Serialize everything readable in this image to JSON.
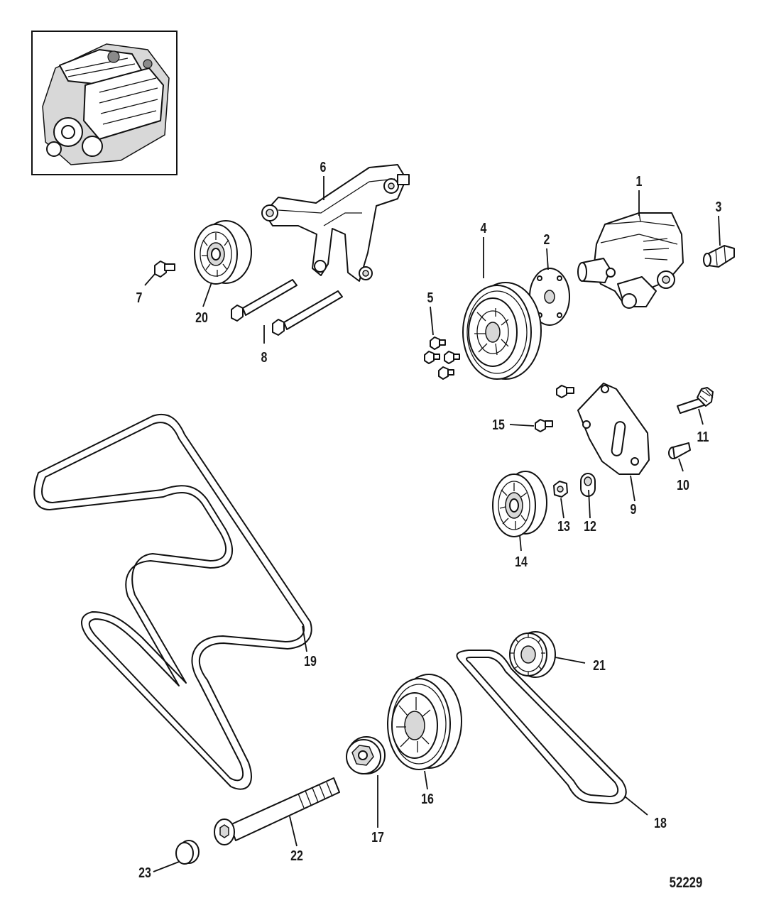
{
  "figure_number": "52229",
  "callouts": [
    {
      "id": "1",
      "label": "1"
    },
    {
      "id": "2",
      "label": "2"
    },
    {
      "id": "3",
      "label": "3"
    },
    {
      "id": "4",
      "label": "4"
    },
    {
      "id": "5",
      "label": "5"
    },
    {
      "id": "6",
      "label": "6"
    },
    {
      "id": "7",
      "label": "7"
    },
    {
      "id": "8",
      "label": "8"
    },
    {
      "id": "9",
      "label": "9"
    },
    {
      "id": "10",
      "label": "10"
    },
    {
      "id": "11",
      "label": "11"
    },
    {
      "id": "12",
      "label": "12"
    },
    {
      "id": "13",
      "label": "13"
    },
    {
      "id": "14",
      "label": "14"
    },
    {
      "id": "15",
      "label": "15"
    },
    {
      "id": "16",
      "label": "16"
    },
    {
      "id": "17",
      "label": "17"
    },
    {
      "id": "18",
      "label": "18"
    },
    {
      "id": "19",
      "label": "19"
    },
    {
      "id": "20",
      "label": "20"
    },
    {
      "id": "21",
      "label": "21"
    },
    {
      "id": "22",
      "label": "22"
    },
    {
      "id": "23",
      "label": "23"
    }
  ],
  "colors": {
    "line": "#111111",
    "background": "#ffffff",
    "shade": "#d8d8d8"
  }
}
